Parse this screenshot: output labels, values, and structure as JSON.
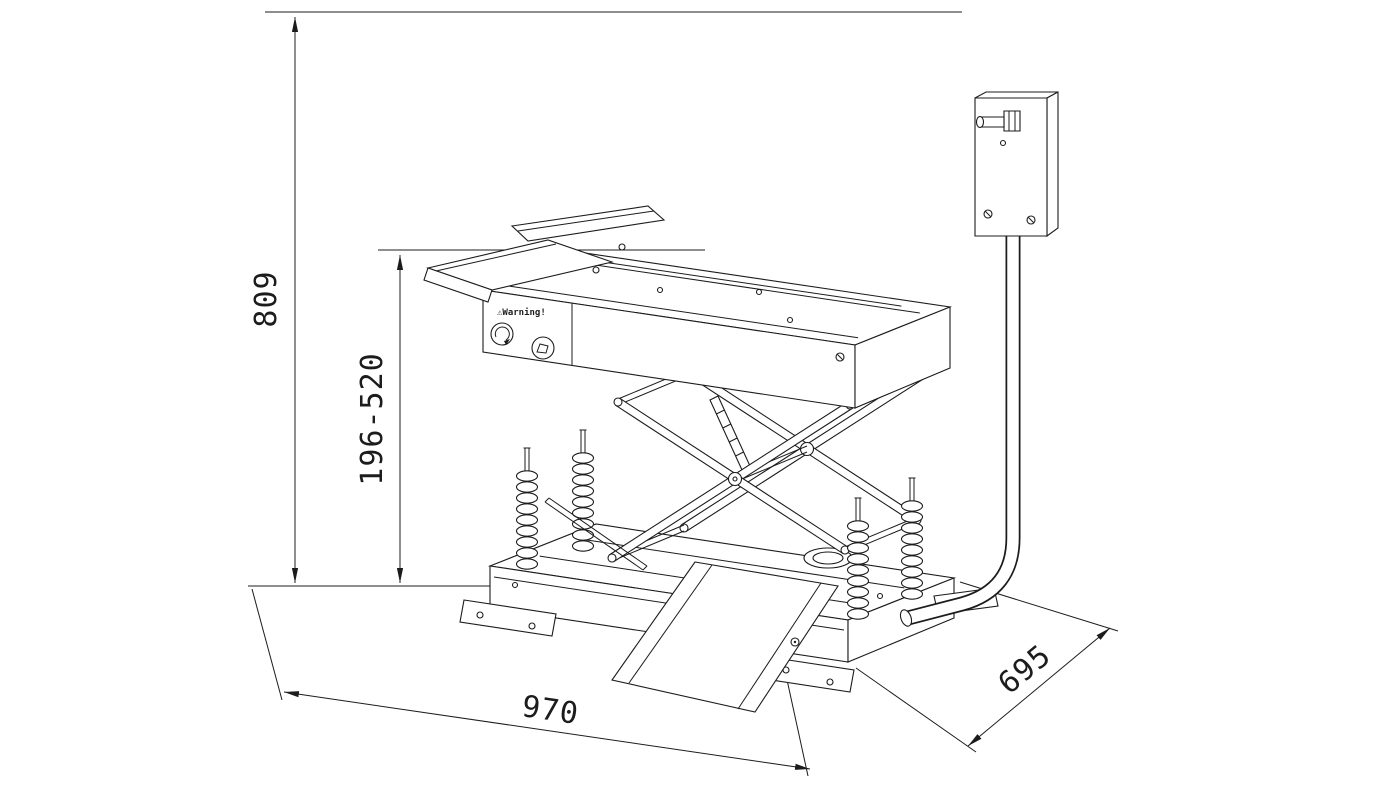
{
  "dimensions": {
    "total_height": "809",
    "lift_range": "196-520",
    "length": "970",
    "width": "695"
  },
  "labels": {
    "warning": "⚠Warning!"
  },
  "icons": {
    "rotate": "rotate-direction-icon",
    "pedal": "foot-position-icon"
  },
  "colors": {
    "line": "#1c1c1c",
    "background": "#ffffff"
  }
}
